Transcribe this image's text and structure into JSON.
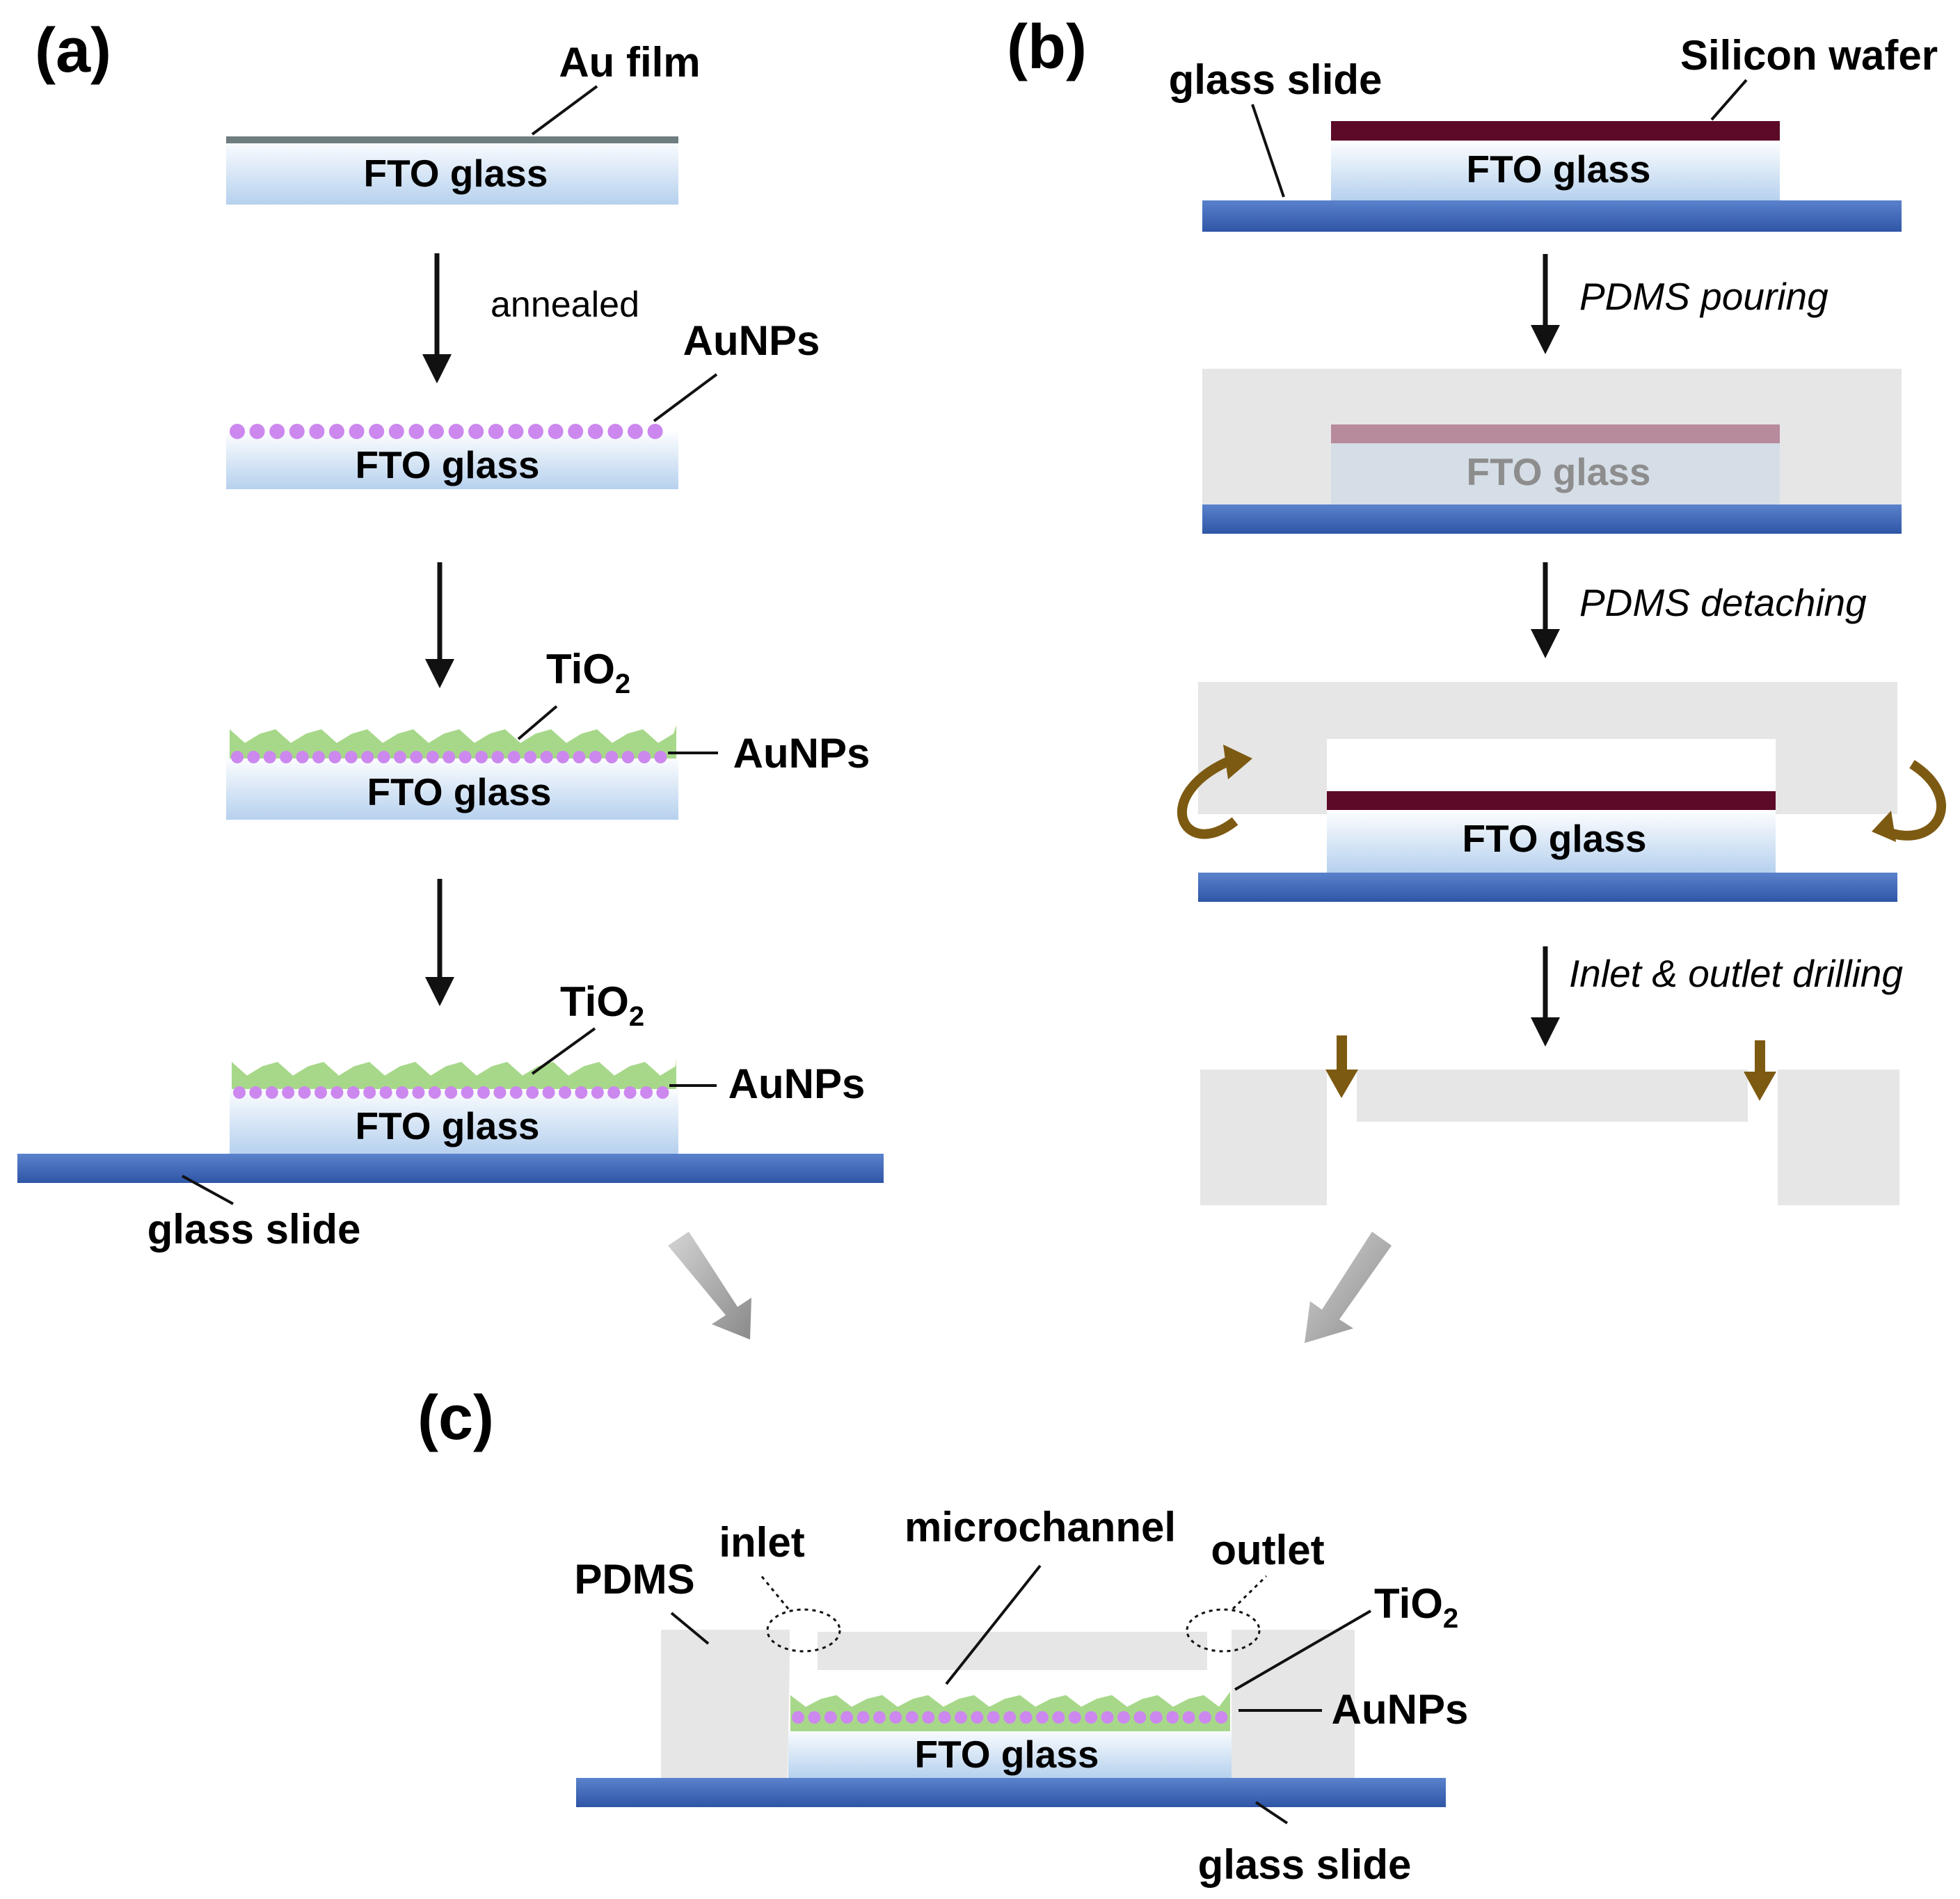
{
  "panels": {
    "a": {
      "label": "(a)",
      "au_film": "Au film",
      "fto_glass": "FTO glass",
      "annealed": "annealed",
      "aunps": "AuNPs",
      "tio2_base": "TiO",
      "tio2_sub": "2",
      "glass_slide": "glass slide"
    },
    "b": {
      "label": "(b)",
      "glass_slide": "glass slide",
      "silicon_wafer": "Silicon wafer",
      "fto_glass": "FTO glass",
      "step1": "PDMS pouring",
      "step2": "PDMS detaching",
      "step3": "Inlet & outlet drilling"
    },
    "c": {
      "label": "(c)",
      "pdms": "PDMS",
      "inlet": "inlet",
      "microchannel": "microchannel",
      "outlet": "outlet",
      "tio2_base": "TiO",
      "tio2_sub": "2",
      "aunps": "AuNPs",
      "fto_glass": "FTO glass",
      "glass_slide": "glass slide"
    }
  },
  "colors": {
    "fto_top": "#ffffff",
    "fto_bottom": "#b9d3ef",
    "glass_slide": "#3a63b5",
    "silicon_wafer": "#5c0a28",
    "pdms": "#e6e6e6",
    "aunp": "#cc88ee",
    "tio2": "#a7d88a",
    "au_film": "#6f7d80",
    "curved_arrow": "#7d5a12",
    "flow_arrow": "#9a9a9a"
  }
}
